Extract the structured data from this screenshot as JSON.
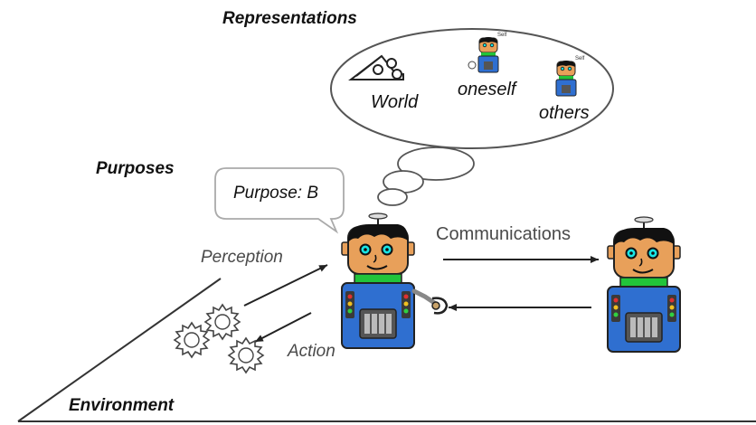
{
  "labels": {
    "representations": "Representations",
    "purposes": "Purposes",
    "purpose_bubble": "Purpose: B",
    "world": "World",
    "oneself": "oneself",
    "others": "others",
    "perception": "Perception",
    "communications": "Communications",
    "action": "Action",
    "environment": "Environment"
  },
  "colors": {
    "robot_body": "#2f6fd0",
    "robot_collar": "#22c43a",
    "robot_face": "#e8a05a",
    "robot_hair": "#111111",
    "robot_eyes": "#18e6e6",
    "stroke": "#222222"
  }
}
